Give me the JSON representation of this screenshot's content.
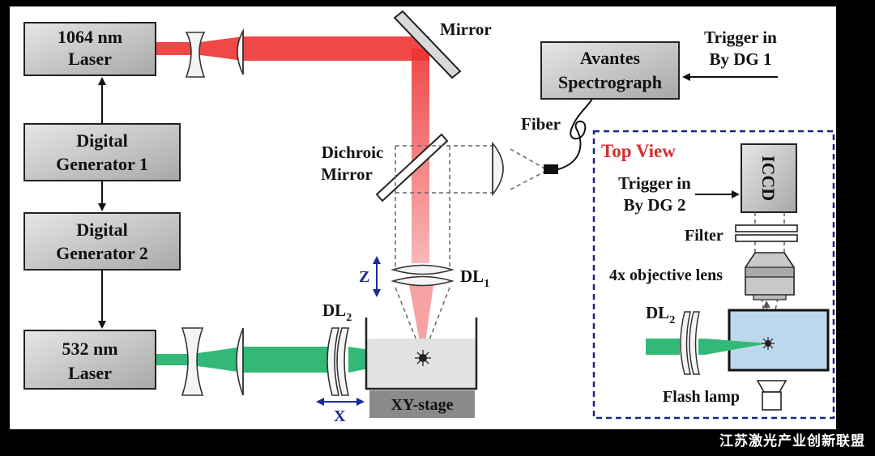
{
  "diagram": {
    "laser_1064": [
      "1064 nm",
      "Laser"
    ],
    "digital_generator_1": [
      "Digital",
      "Generator 1"
    ],
    "digital_generator_2": [
      "Digital",
      "Generator 2"
    ],
    "laser_532": [
      "532 nm",
      "Laser"
    ],
    "mirror": "Mirror",
    "dichroic_mirror": [
      "Dichroic",
      "Mirror"
    ],
    "spectrograph": [
      "Avantes",
      "Spectrograph"
    ],
    "trigger_dg1": [
      "Trigger in",
      "By DG 1"
    ],
    "fiber": "Fiber",
    "dl1": {
      "base": "DL",
      "sub": "1"
    },
    "dl2": {
      "base": "DL",
      "sub": "2"
    },
    "z_axis": "Z",
    "x_axis": "X",
    "xy_stage": "XY-stage",
    "top_view": {
      "title": "Top View",
      "iccd": "ICCD",
      "trigger_dg2": [
        "Trigger in",
        "By DG 2"
      ],
      "filter": "Filter",
      "objective": "4x objective lens",
      "dl2": {
        "base": "DL",
        "sub": "2"
      },
      "flash_lamp": "Flash lamp"
    }
  },
  "watermark": "江苏激光产业创新联盟",
  "colors": {
    "ir_beam": "#ee3333",
    "green_beam": "#33b877",
    "top_view_border": "#1a237e",
    "top_view_title": "#d32f2f",
    "axis_arrow": "#1a2a9a",
    "box_fill": "#c8c8c8"
  }
}
